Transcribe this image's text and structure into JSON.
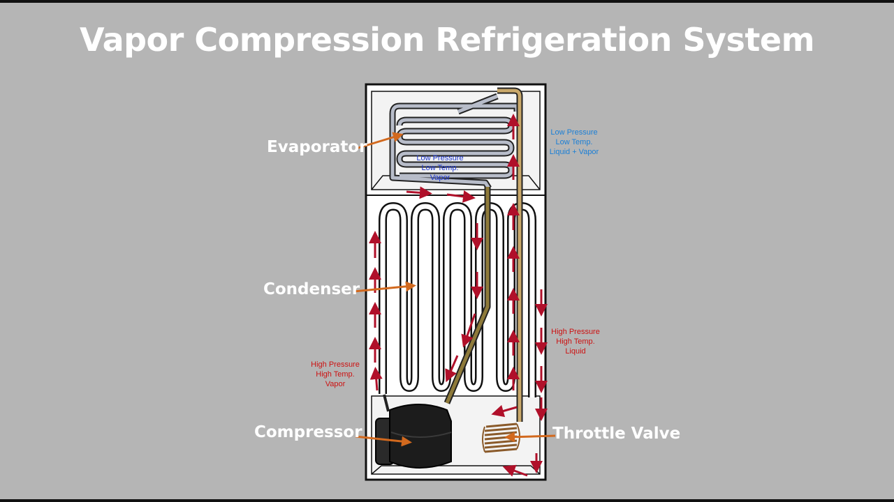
{
  "title": "Vapor Compression Refrigeration System",
  "labels": {
    "evaporator": "Evaporator",
    "condenser": "Condenser",
    "compressor": "Compressor",
    "throttle_valve": "Throttle Valve"
  },
  "states": {
    "low_vapor": {
      "line1": "Low Pressure",
      "line2": "Low Temp.",
      "line3": "Vapor",
      "color": "#1a33cc"
    },
    "low_mix": {
      "line1": "Low Pressure",
      "line2": "Low Temp.",
      "line3": "Liquid + Vapor",
      "color": "#1a7fd6"
    },
    "high_liquid": {
      "line1": "High Pressure",
      "line2": "High Temp.",
      "line3": "Liquid",
      "color": "#cc1111"
    },
    "high_vapor": {
      "line1": "High Pressure",
      "line2": "High Temp.",
      "line3": "Vapor",
      "color": "#cc1111"
    }
  },
  "colors": {
    "background": "#b5b5b5",
    "flow_arrow": "#b0102a",
    "label_pointer": "#d2691e",
    "hot_pipe": "#a07a3a",
    "evaporator_coil": "#b7bcc9"
  }
}
